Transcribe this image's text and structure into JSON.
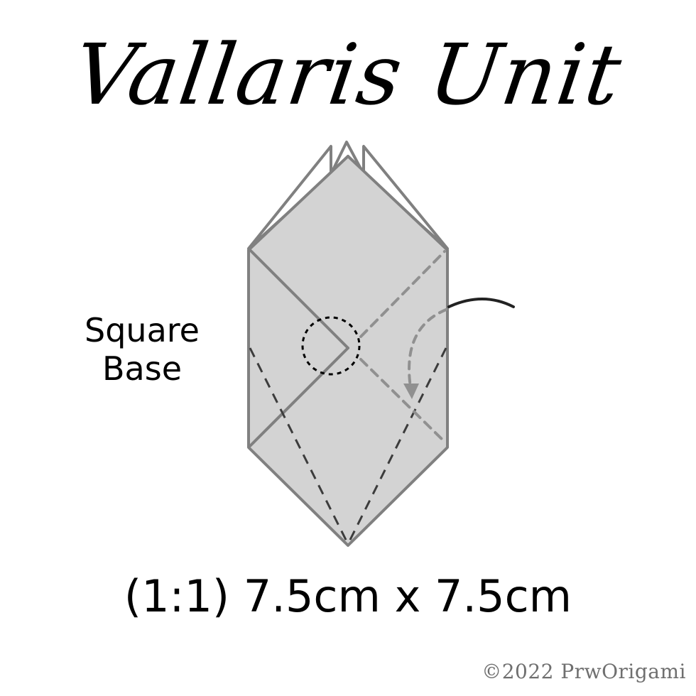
{
  "title": "Vallaris Unit",
  "side_label": {
    "line1": "Square",
    "line2": "Base"
  },
  "dimensions": "(1:1) 7.5cm x 7.5cm",
  "copyright": "©2022 PrwOrigami",
  "colors": {
    "paper_fill": "#d3d3d3",
    "paper_edge": "#808080",
    "dash_dark": "#3c3c3c",
    "text": "#000000",
    "copyright": "#6f6f6f"
  }
}
